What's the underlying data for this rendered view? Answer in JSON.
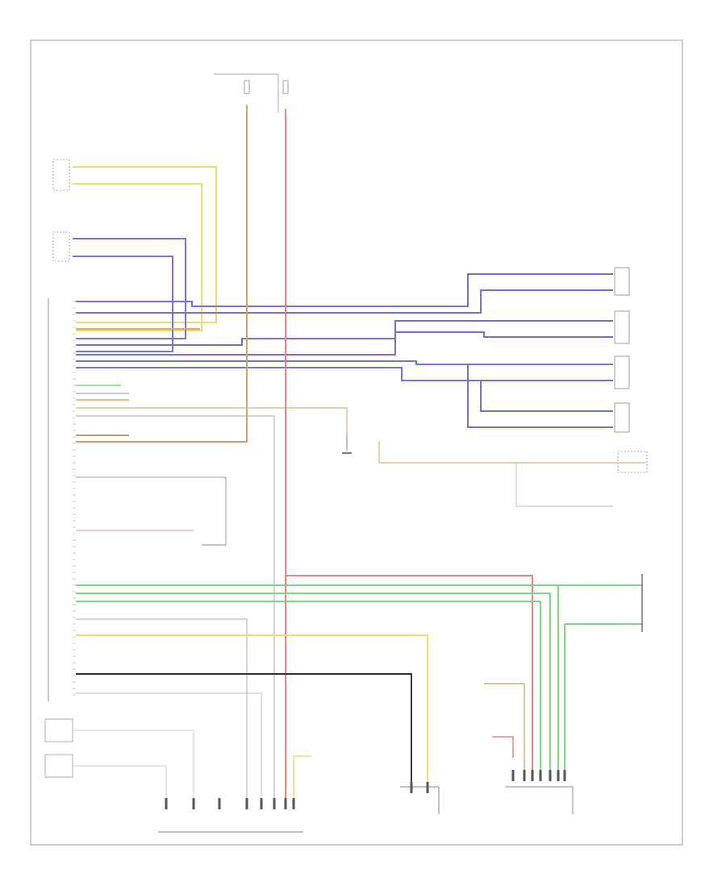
{
  "diagram": {
    "footer_code": "",
    "nodes": [
      {
        "id": "top-feed",
        "label": ""
      },
      {
        "id": "fuse-left",
        "label": ""
      },
      {
        "id": "fuse-right",
        "label": ""
      },
      {
        "id": "left-rear-sensor",
        "label": ""
      },
      {
        "id": "right-rear-sensor",
        "label": ""
      },
      {
        "id": "main-module",
        "label": ""
      },
      {
        "id": "left-front-door-speaker",
        "label": ""
      },
      {
        "id": "left-rear-door-speaker",
        "label": ""
      },
      {
        "id": "right-rear-door-speaker",
        "label": ""
      },
      {
        "id": "right-front-door-speaker",
        "label": ""
      },
      {
        "id": "ground-g1",
        "label": ""
      },
      {
        "id": "telephone-connector",
        "label": ""
      },
      {
        "id": "telephone-antenna-connector",
        "label": ""
      },
      {
        "id": "diagnostic-connector",
        "label": ""
      },
      {
        "id": "tv-antenna-1",
        "label": ""
      },
      {
        "id": "tv-antenna-2",
        "label": ""
      },
      {
        "id": "antenna-amplifier",
        "label": ""
      },
      {
        "id": "ground-g2",
        "label": ""
      },
      {
        "id": "left-c-pillar-connector",
        "label": ""
      },
      {
        "id": "ground-g3",
        "label": ""
      },
      {
        "id": "tv-tuner",
        "label": ""
      },
      {
        "id": "right-connector",
        "label": ""
      }
    ],
    "wire_colors": {
      "yellow": "#e8dc6a",
      "blue": "#6f6fe0",
      "red": "#f08080",
      "green": "#7fd67f",
      "black": "#333333",
      "gray": "#b8b8b8",
      "orange": "#e8a860",
      "brown": "#a87840",
      "tan": "#d8c490"
    }
  }
}
